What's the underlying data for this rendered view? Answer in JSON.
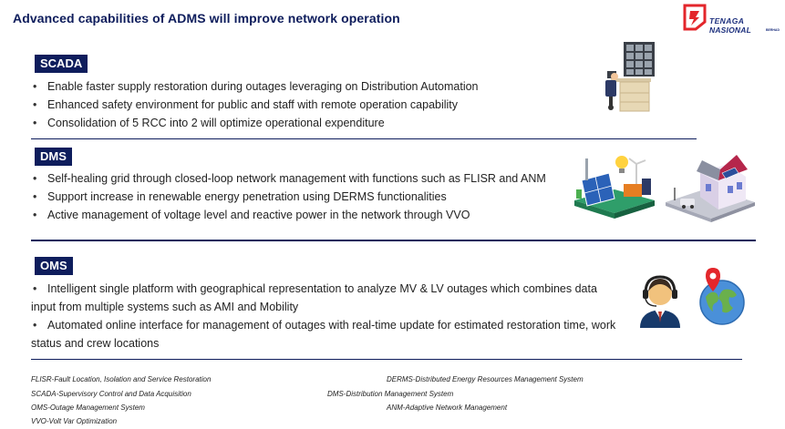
{
  "header": {
    "title": "Advanced capabilities of ADMS will improve network operation",
    "logo_line1": "TENAGA",
    "logo_line2": "NASIONAL",
    "logo_line3": "BERHAD"
  },
  "sections": {
    "scada": {
      "label": "SCADA",
      "bullets": [
        "Enable faster supply restoration during outages leveraging on Distribution Automation",
        "Enhanced safety environment for public and staff with remote operation capability",
        "Consolidation of 5 RCC into 2 will optimize operational expenditure"
      ]
    },
    "dms": {
      "label": "DMS",
      "bullets": [
        "Self-healing grid through closed-loop network management with functions such as FLISR and ANM",
        "Support increase in renewable energy penetration using DERMS functionalities",
        "Active management of voltage level and reactive power in the network through VVO"
      ]
    },
    "oms": {
      "label": "OMS",
      "bullets": [
        "Intelligent single platform with geographical representation to analyze MV & LV outages which combines data input from multiple systems such as AMI and Mobility",
        "Automated online interface for management of outages with real-time update for estimated restoration time, work status and crew locations"
      ]
    }
  },
  "footnotes": {
    "flisr": "FLISR-Fault Location, Isolation and Service Restoration",
    "scada": "SCADA-Supervisory Control and Data Acquisition",
    "oms": "OMS-Outage Management System",
    "vvo": "VVO-Volt Var Optimization",
    "derms": "DERMS-Distributed Energy Resources Management System",
    "dms": "DMS-Distribution Management System",
    "anm": "ANM-Adaptive Network Management"
  },
  "colors": {
    "navy": "#0e1d5c",
    "logo_red": "#e3262b",
    "logo_blue": "#1c2f7d"
  },
  "icons": {
    "scada": "operator-workstation-icon",
    "dms_grid": "renewable-grid-icon",
    "dms_house": "smart-house-icon",
    "oms_agent": "headset-agent-icon",
    "oms_globe": "globe-location-icon"
  }
}
